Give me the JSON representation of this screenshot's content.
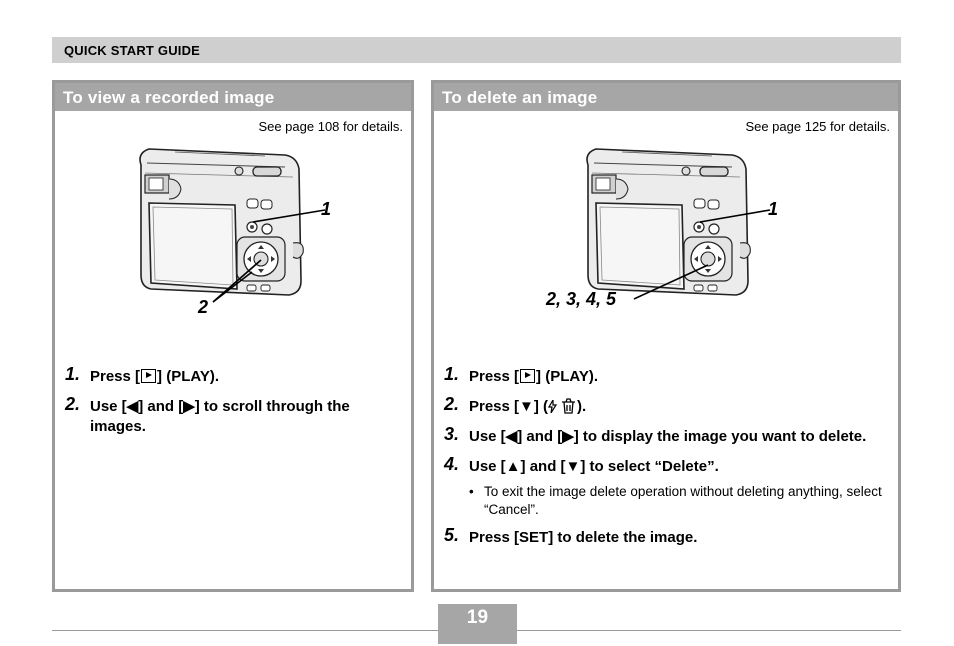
{
  "header": {
    "section_label": "QUICK START GUIDE"
  },
  "left_panel": {
    "title": "To view a recorded image",
    "see_page": "See page 108 for details.",
    "callouts": [
      "1",
      "2"
    ],
    "steps": [
      {
        "num": "1.",
        "pre": "Press [",
        "post": "] (PLAY)."
      },
      {
        "num": "2.",
        "text": "Use [◀] and [▶] to scroll through the images."
      }
    ]
  },
  "right_panel": {
    "title": "To delete an image",
    "see_page": "See page 125 for details.",
    "callouts": [
      "1",
      "2, 3, 4, 5"
    ],
    "steps": [
      {
        "num": "1.",
        "pre": "Press [",
        "post": "] (PLAY)."
      },
      {
        "num": "2.",
        "pre": "Press [▼] (",
        "post": ")."
      },
      {
        "num": "3.",
        "text": "Use [◀] and [▶] to display the image you want to delete."
      },
      {
        "num": "4.",
        "text": "Use [▲] and [▼] to select “Delete”."
      },
      {
        "num": "5.",
        "text": "Press [SET] to delete the image."
      }
    ],
    "bullet": "To exit the image delete operation without deleting anything, select “Cancel”."
  },
  "footer": {
    "page_number": "19"
  }
}
